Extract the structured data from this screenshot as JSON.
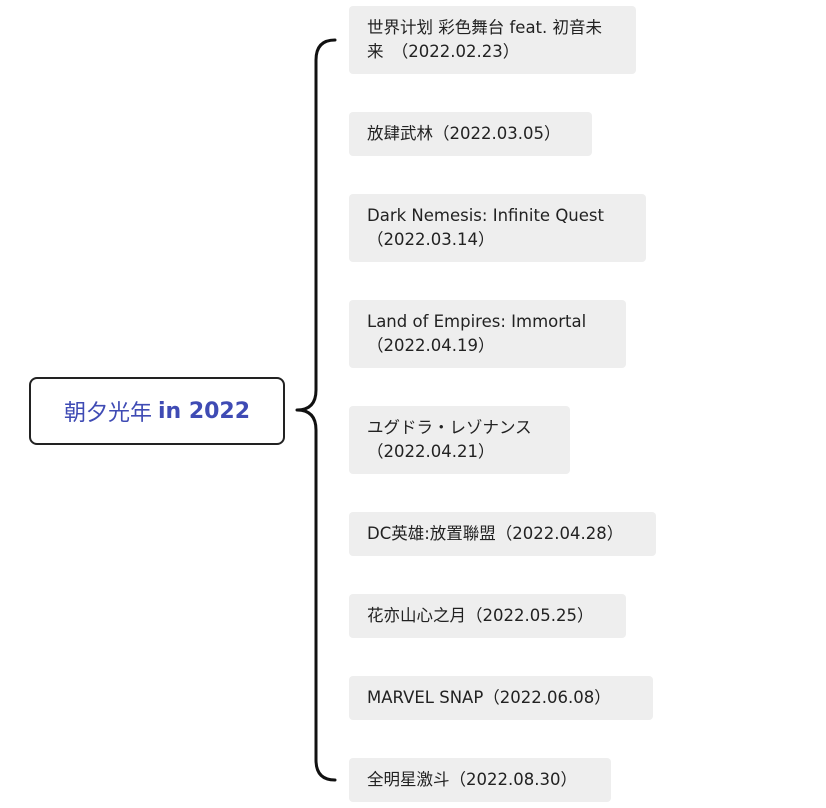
{
  "root": {
    "title_cn": "朝夕光年",
    "title_en": "in 2022"
  },
  "children": [
    {
      "label": "世界计划 彩色舞台 feat. 初音未来　（2022.02.23）"
    },
    {
      "label": "放肆武林（2022.03.05）"
    },
    {
      "label": "Dark Nemesis: Infinite Quest（2022.03.14）"
    },
    {
      "label": "Land of Empires: Immortal（2022.04.19）"
    },
    {
      "label": "ユグドラ・レゾナンス（2022.04.21）"
    },
    {
      "label": "DC英雄:放置聯盟（2022.04.28）"
    },
    {
      "label": "花亦山心之月（2022.05.25）"
    },
    {
      "label": "MARVEL SNAP（2022.06.08）"
    },
    {
      "label": "全明星激斗（2022.08.30）"
    }
  ],
  "colors": {
    "root_text": "#3f4bb4",
    "root_border": "#222222",
    "node_bg": "#eeeeee",
    "node_text": "#222222",
    "connector": "#111111"
  }
}
